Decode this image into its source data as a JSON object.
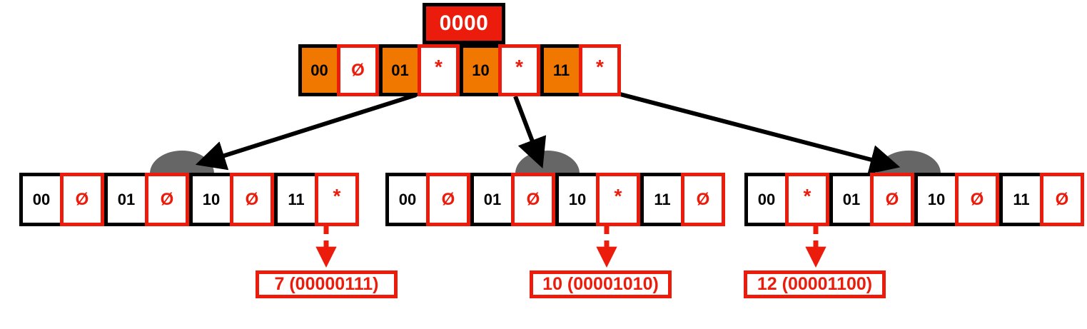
{
  "diagram": {
    "title_box": {
      "label": "0000"
    },
    "symbols": {
      "null_glyph": "Ø",
      "pointer_glyph": "*"
    },
    "colors": {
      "key_fill": "#f07800",
      "red": "#ec1c0d",
      "black": "#000000",
      "white": "#ffffff",
      "dome_gray": "#666666"
    },
    "root": {
      "name": "root-node",
      "entries": [
        {
          "key": "00",
          "value": "Ø",
          "filled": true
        },
        {
          "key": "01",
          "value": "*",
          "filled": true
        },
        {
          "key": "10",
          "value": "*",
          "filled": true
        },
        {
          "key": "11",
          "value": "*",
          "filled": true
        }
      ]
    },
    "children": [
      {
        "name": "child-node-1",
        "entries": [
          {
            "key": "00",
            "value": "Ø",
            "filled": false
          },
          {
            "key": "01",
            "value": "Ø",
            "filled": false
          },
          {
            "key": "10",
            "value": "Ø",
            "filled": false
          },
          {
            "key": "11",
            "value": "*",
            "filled": false
          }
        ]
      },
      {
        "name": "child-node-2",
        "entries": [
          {
            "key": "00",
            "value": "Ø",
            "filled": false
          },
          {
            "key": "01",
            "value": "Ø",
            "filled": false
          },
          {
            "key": "10",
            "value": "*",
            "filled": false
          },
          {
            "key": "11",
            "value": "Ø",
            "filled": false
          }
        ]
      },
      {
        "name": "child-node-3",
        "entries": [
          {
            "key": "00",
            "value": "*",
            "filled": false
          },
          {
            "key": "01",
            "value": "Ø",
            "filled": false
          },
          {
            "key": "10",
            "value": "Ø",
            "filled": false
          },
          {
            "key": "11",
            "value": "Ø",
            "filled": false
          }
        ]
      }
    ],
    "leaf_values": [
      {
        "name": "leaf-value-1",
        "label": "7 (00000111)"
      },
      {
        "name": "leaf-value-2",
        "label": "10 (00001010)"
      },
      {
        "name": "leaf-value-3",
        "label": "12 (00001100)"
      }
    ]
  }
}
